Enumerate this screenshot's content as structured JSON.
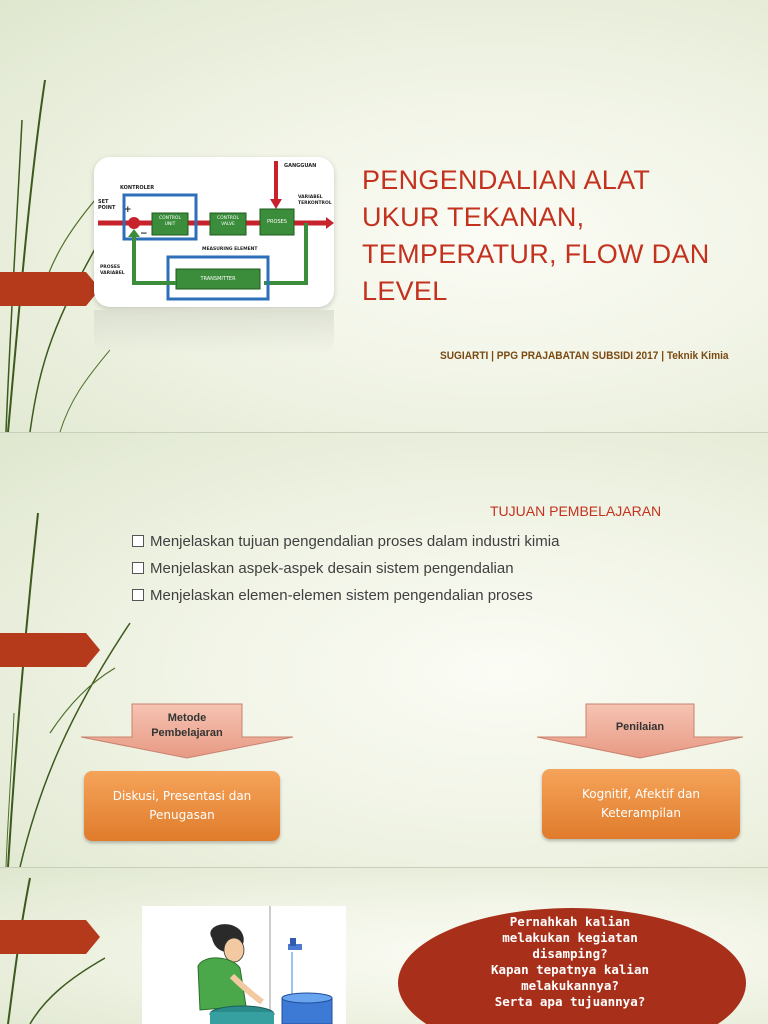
{
  "slide1": {
    "diagram": {
      "gangguan": "GANGGUAN",
      "kontroler": "KONTROLER",
      "set_point": "SET POINT",
      "plus": "+",
      "minus": "−",
      "control_unit": "CONTROL UNIT",
      "control_valve": "CONTROL VALVE",
      "proses": "PROSES",
      "variabel_terkontrol": "VARIABEL TERKONTROL",
      "measuring_element": "MEASURING ELEMENT",
      "proses_variabel": "PROSES VARIABEL",
      "transmitter": "TRANSMITTER"
    },
    "title_lines": [
      "PENGENDALIAN ALAT",
      "UKUR TEKANAN,",
      "TEMPERATUR, FLOW DAN",
      "LEVEL"
    ],
    "subtitle": "SUGIARTI | PPG PRAJABATAN SUBSIDI 2017 | Teknik Kimia"
  },
  "slide2": {
    "heading": "TUJUAN PEMBELAJARAN",
    "objectives": [
      "Menjelaskan tujuan pengendalian proses dalam industri kimia",
      "Menjelaskan aspek-aspek desain sistem pengendalian",
      "Menjelaskan elemen-elemen sistem pengendalian proses"
    ],
    "metode_label": "Metode Pembelajaran",
    "metode_content": "Diskusi, Presentasi dan Penugasan",
    "penilaian_label": "Penilaian",
    "penilaian_content": "Kognitif, Afektif dan Keterampilan"
  },
  "slide3": {
    "bubble_lines": [
      "Pernahkah kalian",
      "melakukan kegiatan",
      "disamping?",
      "Kapan tepatnya kalian",
      "melakukannya?",
      "Serta apa tujuannya?"
    ]
  },
  "colors": {
    "accent_red": "#c3321f",
    "tab_red": "#b53a1c",
    "orange": "#e9893a",
    "vine_green": "#3d5a1e"
  }
}
